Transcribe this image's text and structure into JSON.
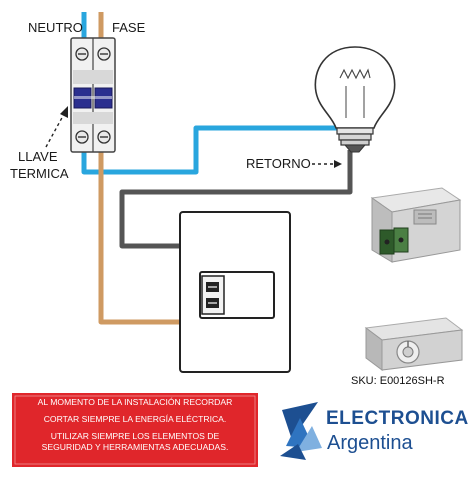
{
  "labels": {
    "neutral": "NEUTRO",
    "phase": "FASE",
    "breaker_line1": "LLAVE",
    "breaker_line2": "TERMICA",
    "return": "RETORNO"
  },
  "product": {
    "sku": "SKU: E00126SH-R"
  },
  "warning": {
    "lines": [
      "AL MOMENTO DE LA INSTALACIÓN RECORDAR",
      "CORTAR SIEMPRE LA ENERGÍA ELÉCTRICA.",
      "UTILIZAR SIEMPRE LOS ELEMENTOS DE",
      "SEGURIDAD Y HERRAMIENTAS ADECUADAS."
    ],
    "background": "#e0262b"
  },
  "brand": {
    "name_line1": "ELECTRONICA",
    "name_line2": "Argentina",
    "color": "#1d4f91"
  },
  "wire_colors": {
    "neutral": "#29a6de",
    "phase": "#cf9a62",
    "return": "#555555"
  }
}
